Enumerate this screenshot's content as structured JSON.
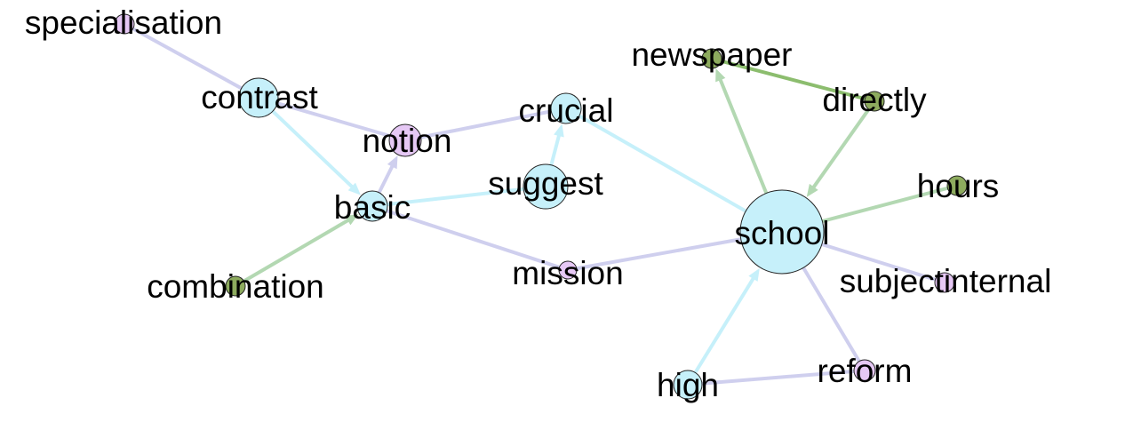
{
  "colors": {
    "cyan": "#c6f0fa",
    "pink": "#e6c8f5",
    "green": "#8dab5e",
    "edge_cyan": "#c6f0fa",
    "edge_lavender": "#cfcfee",
    "edge_green": "#b3d8b2",
    "edge_green_dark": "#8cbd6e",
    "node_stroke": "#222222"
  },
  "nodes": [
    {
      "id": "specialisation",
      "label": "specialisation",
      "color": "pink"
    },
    {
      "id": "contrast",
      "label": "contrast",
      "color": "cyan"
    },
    {
      "id": "notion",
      "label": "notion",
      "color": "pink"
    },
    {
      "id": "crucial",
      "label": "crucial",
      "color": "cyan"
    },
    {
      "id": "suggest",
      "label": "suggest",
      "color": "cyan"
    },
    {
      "id": "basic",
      "label": "basic",
      "color": "cyan"
    },
    {
      "id": "combination",
      "label": "combination",
      "color": "green"
    },
    {
      "id": "mission",
      "label": "mission",
      "color": "pink"
    },
    {
      "id": "newspaper",
      "label": "newspaper",
      "color": "green"
    },
    {
      "id": "directly",
      "label": "directly",
      "color": "green"
    },
    {
      "id": "hours",
      "label": "hours",
      "color": "green"
    },
    {
      "id": "school",
      "label": "school",
      "color": "cyan"
    },
    {
      "id": "subjectinternal",
      "label": "subjectinternal",
      "color": "pink"
    },
    {
      "id": "reform",
      "label": "reform",
      "color": "pink"
    },
    {
      "id": "high",
      "label": "high",
      "color": "cyan"
    }
  ],
  "edges": [
    {
      "from": "specialisation",
      "to": "contrast",
      "color": "edge_lavender",
      "arrow": false
    },
    {
      "from": "contrast",
      "to": "notion",
      "color": "edge_lavender",
      "arrow": false
    },
    {
      "from": "notion",
      "to": "crucial",
      "color": "edge_lavender",
      "arrow": false
    },
    {
      "from": "contrast",
      "to": "basic",
      "color": "edge_cyan",
      "arrow": true
    },
    {
      "from": "basic",
      "to": "notion",
      "color": "edge_lavender",
      "arrow": true
    },
    {
      "from": "suggest",
      "to": "basic",
      "color": "edge_cyan",
      "arrow": false
    },
    {
      "from": "suggest",
      "to": "crucial",
      "color": "edge_cyan",
      "arrow": true
    },
    {
      "from": "combination",
      "to": "basic",
      "color": "edge_green",
      "arrow": true
    },
    {
      "from": "basic",
      "to": "mission",
      "color": "edge_lavender",
      "arrow": false
    },
    {
      "from": "school",
      "to": "crucial",
      "color": "edge_cyan",
      "arrow": false
    },
    {
      "from": "school",
      "to": "mission",
      "color": "edge_lavender",
      "arrow": false
    },
    {
      "from": "school",
      "to": "newspaper",
      "color": "edge_green",
      "arrow": true
    },
    {
      "from": "directly",
      "to": "newspaper",
      "color": "edge_green_dark",
      "arrow": false
    },
    {
      "from": "directly",
      "to": "school",
      "color": "edge_green",
      "arrow": true
    },
    {
      "from": "hours",
      "to": "school",
      "color": "edge_green",
      "arrow": false
    },
    {
      "from": "school",
      "to": "subjectinternal",
      "color": "edge_lavender",
      "arrow": false
    },
    {
      "from": "school",
      "to": "reform",
      "color": "edge_lavender",
      "arrow": false
    },
    {
      "from": "high",
      "to": "school",
      "color": "edge_cyan",
      "arrow": true
    },
    {
      "from": "high",
      "to": "reform",
      "color": "edge_lavender",
      "arrow": false
    }
  ]
}
